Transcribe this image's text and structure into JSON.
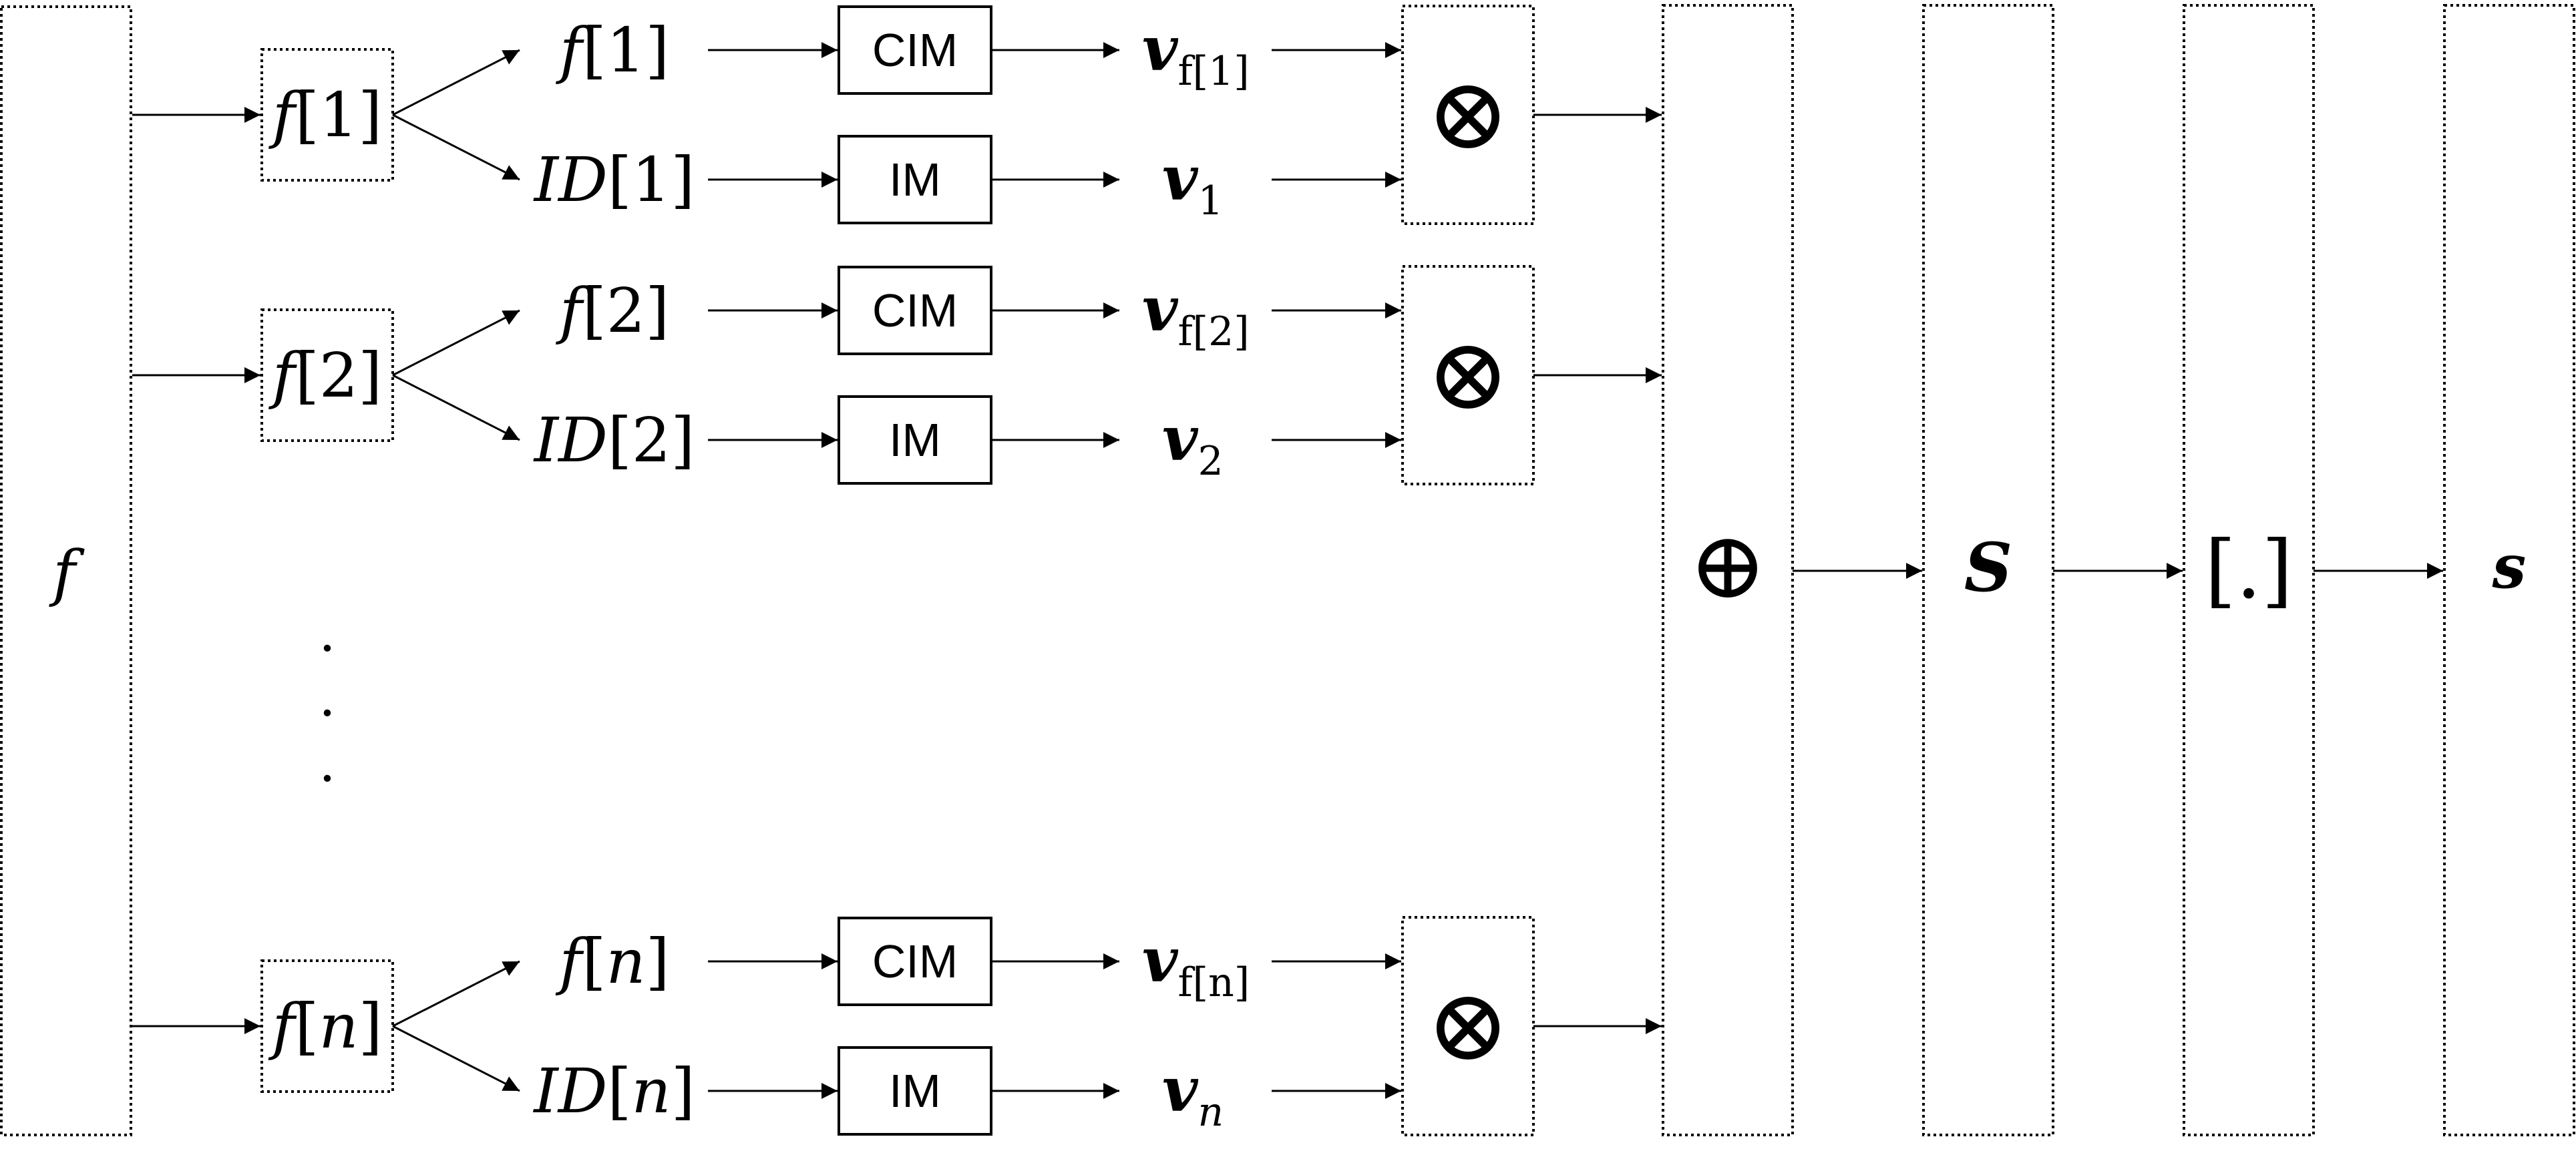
{
  "input": {
    "label": "f"
  },
  "branches": [
    {
      "feature": "f[1]",
      "f_index": "1",
      "id_index": "1",
      "v_f_sub": "f[1]",
      "v_id_sub": "1"
    },
    {
      "feature": "f[2]",
      "f_index": "2",
      "id_index": "2",
      "v_f_sub": "f[2]",
      "v_id_sub": "2"
    },
    {
      "feature": "f[n]",
      "f_index": "n",
      "id_index": "n",
      "v_f_sub": "f[n]",
      "v_id_sub": "n"
    }
  ],
  "labels": {
    "f_prefix": "f",
    "id_prefix": "ID",
    "v_symbol": "v",
    "cim": "CIM",
    "im": "IM",
    "bind_op": "⊗",
    "bundle_op": "⊕",
    "accumulator": "S",
    "binarize": "[.]",
    "output": "s",
    "ellipsis": "."
  }
}
